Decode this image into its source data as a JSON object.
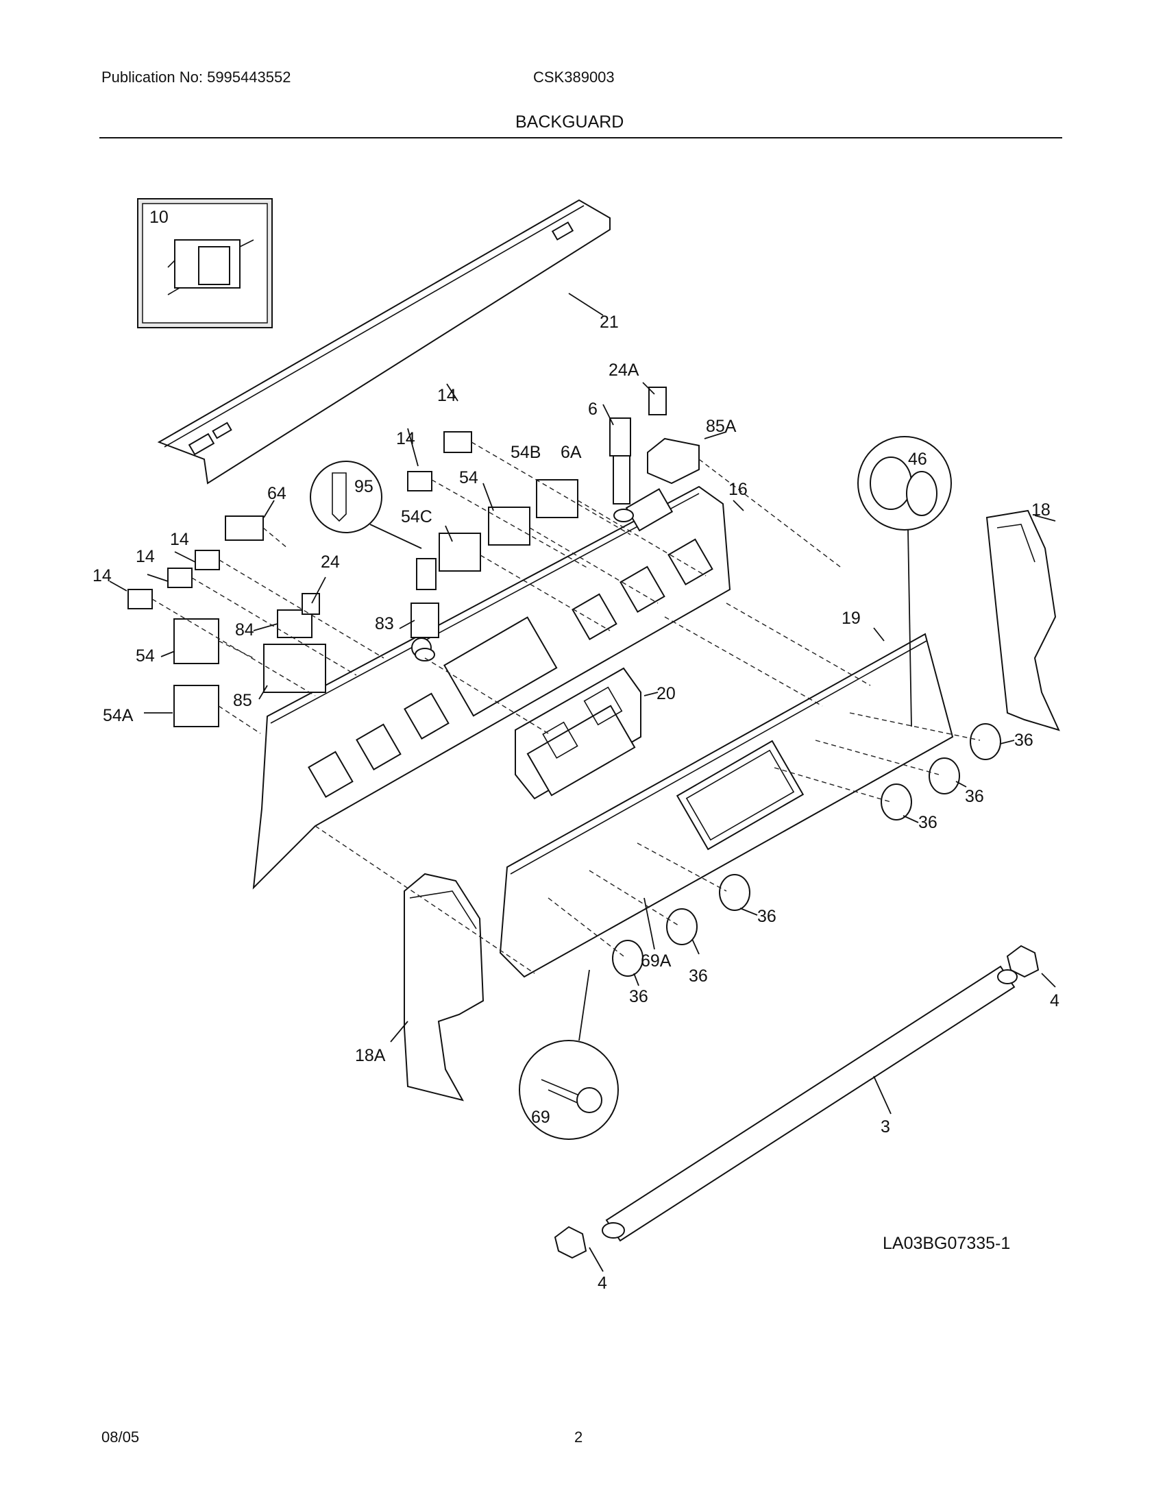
{
  "header": {
    "publication": "Publication No: 5995443552",
    "model": "CSK389003",
    "section": "BACKGUARD"
  },
  "diagram": {
    "figure_id": "LA03BG07335-1",
    "callouts": {
      "p10": "10",
      "p21": "21",
      "p24A": "24A",
      "p14a": "14",
      "p6": "6",
      "p85A": "85A",
      "p14b": "14",
      "p54B": "54B",
      "p6A": "6A",
      "p95": "95",
      "p54a": "54",
      "p64": "64",
      "p16": "16",
      "p46": "46",
      "p18": "18",
      "p54C": "54C",
      "p14c": "14",
      "p14d": "14",
      "p14e": "14",
      "p24": "24",
      "p83": "83",
      "p84": "84",
      "p19": "19",
      "p54b": "54",
      "p20": "20",
      "p85": "85",
      "p54A": "54A",
      "p36a": "36",
      "p36b": "36",
      "p36c": "36",
      "p36d": "36",
      "p36e": "36",
      "p69A": "69A",
      "p36f": "36",
      "p4a": "4",
      "p18A": "18A",
      "p69": "69",
      "p3": "3",
      "p4b": "4"
    }
  },
  "footer": {
    "date": "08/05",
    "page": "2"
  }
}
